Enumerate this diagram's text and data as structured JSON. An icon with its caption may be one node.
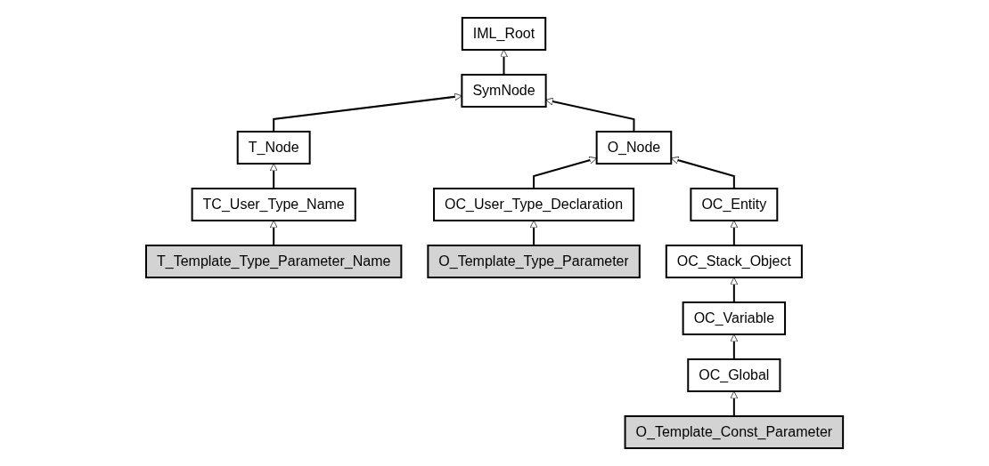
{
  "diagram": {
    "nodes": [
      {
        "text": [
          "IML_Root"
        ]
      },
      {
        "text": [
          "SymNode"
        ]
      },
      {
        "text": [
          "T_Node"
        ]
      },
      {
        "text": [
          "O_Node"
        ]
      },
      {
        "text": [
          "TC_User_Type_Name"
        ]
      },
      {
        "text": [
          "OC_User_Type_Declaration"
        ]
      },
      {
        "text": [
          "OC_Entity"
        ]
      },
      {
        "text": [
          "T_Template_Type_Parameter_Name"
        ]
      },
      {
        "text": [
          "O_Template_Type_Parameter"
        ]
      },
      {
        "text": [
          "OC_Stack_Object"
        ]
      },
      {
        "text": [
          "OC_Variable"
        ]
      },
      {
        "text": [
          "OC_Global"
        ]
      },
      {
        "text": [
          "O_Template_Const_Parameter"
        ]
      }
    ],
    "edges": [
      {
        "from": 1,
        "to": 0,
        "arrow": "to"
      },
      {
        "from": 2,
        "to": 1,
        "arrow": "to"
      },
      {
        "from": 3,
        "to": 1,
        "arrow": "to"
      },
      {
        "from": 4,
        "to": 2,
        "arrow": "to"
      },
      {
        "from": 5,
        "to": 3,
        "arrow": "to"
      },
      {
        "from": 6,
        "to": 3,
        "arrow": "to"
      },
      {
        "from": 7,
        "to": 4,
        "arrow": "to"
      },
      {
        "from": 8,
        "to": 5,
        "arrow": "to"
      },
      {
        "from": 9,
        "to": 6,
        "arrow": "to"
      },
      {
        "from": 10,
        "to": 9,
        "arrow": "to"
      },
      {
        "from": 11,
        "to": 10,
        "arrow": "to"
      },
      {
        "from": 12,
        "to": 11,
        "arrow": "to"
      }
    ]
  }
}
